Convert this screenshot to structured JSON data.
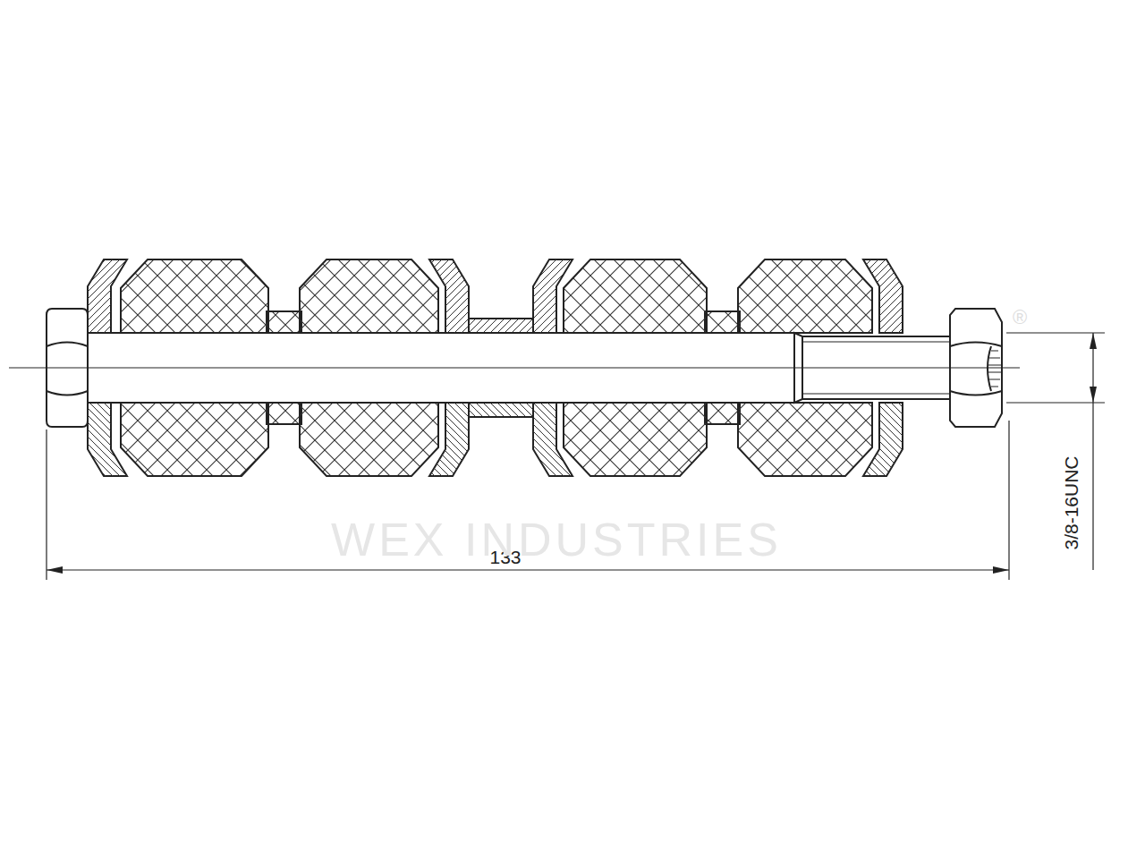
{
  "diagram": {
    "labels": [
      "133",
      "3/8-16UNC",
      "WEX INDUSTRIES",
      "®"
    ]
  }
}
